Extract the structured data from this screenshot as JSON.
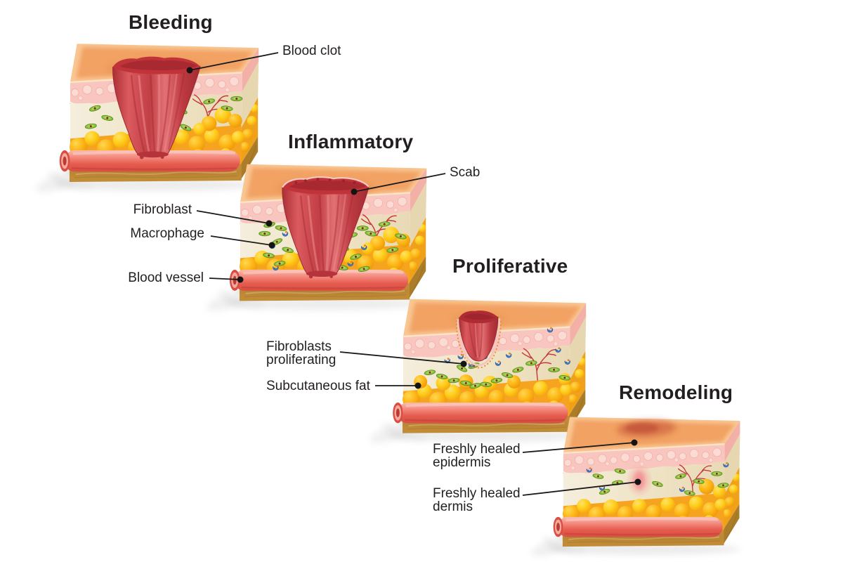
{
  "diagram": {
    "stages": [
      {
        "id": "bleeding",
        "title": "Bleeding",
        "callouts": [
          {
            "label": "Blood clot"
          }
        ]
      },
      {
        "id": "inflammatory",
        "title": "Inflammatory",
        "callouts": [
          {
            "label": "Scab"
          },
          {
            "label": "Fibroblast"
          },
          {
            "label": "Macrophage"
          },
          {
            "label": "Blood vessel"
          }
        ]
      },
      {
        "id": "proliferative",
        "title": "Proliferative",
        "callouts": [
          {
            "label": "Fibroblasts proliferating"
          },
          {
            "label": "Subcutaneous fat"
          }
        ]
      },
      {
        "id": "remodeling",
        "title": "Remodeling",
        "callouts": [
          {
            "label": "Freshly healed epidermis"
          },
          {
            "label": "Freshly healed dermis"
          }
        ]
      }
    ],
    "colors": {
      "background": "#ffffff",
      "title_text": "#231f20",
      "label_text": "#231f20",
      "callout_line": "#1a1a1a",
      "skin_top": "#f2a263",
      "skin_top_rim": "#f9c692",
      "epidermis": "#f8c6be",
      "basement_membrane": "#ef8a1e",
      "dermis": "#efe4c6",
      "subcutaneous_fat": "#ffc81b",
      "blood_vessel": "#e55b4e",
      "clot": "#c23f45",
      "fibroblast": "#8fc53f",
      "macrophage": "#4e7fc5",
      "bottom_layer": "#c18c38"
    }
  }
}
